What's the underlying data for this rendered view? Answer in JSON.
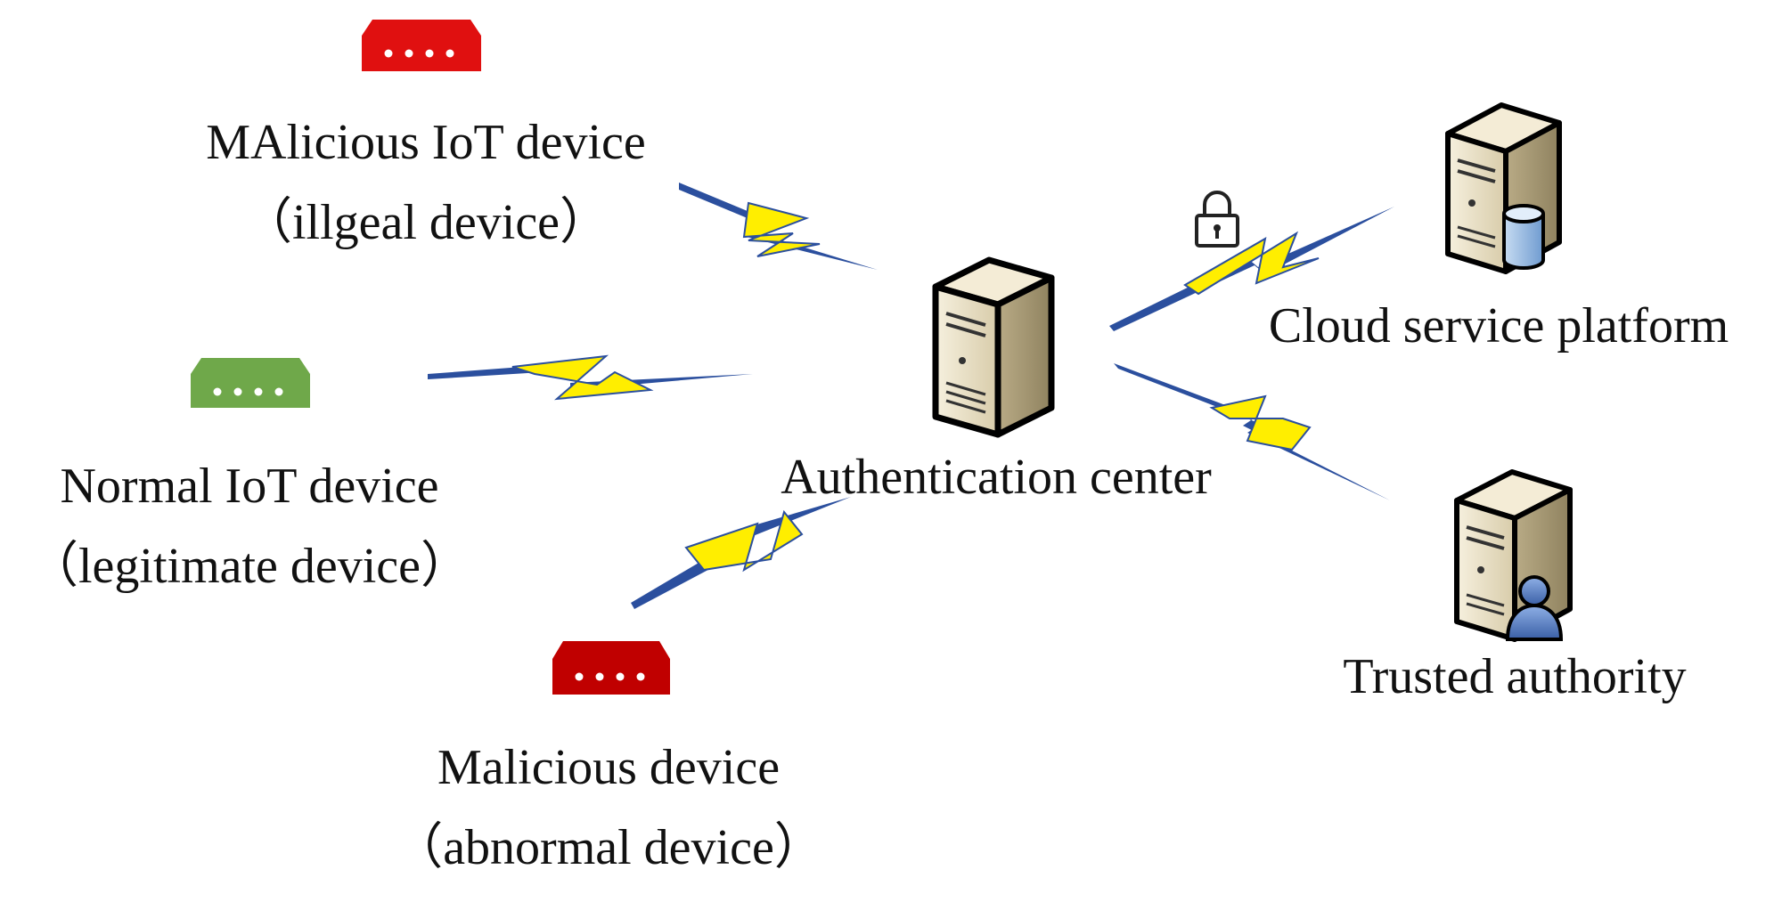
{
  "nodes": {
    "malicious_iot": {
      "line1": "MAlicious IoT  device",
      "line2": "（illgeal device）"
    },
    "normal_iot": {
      "line1": "Normal IoT  device",
      "line2": "（legitimate device）"
    },
    "malicious_device": {
      "line1": "Malicious  device",
      "line2": "（abnormal device）"
    },
    "auth_center": {
      "label": "Authentication center"
    },
    "cloud": {
      "label": "Cloud service platform"
    },
    "trusted": {
      "label": "Trusted authority"
    }
  },
  "colors": {
    "malicious_router": "#e01010",
    "normal_router": "#6fa84a",
    "abnormal_router": "#c00000",
    "link_blue": "#2b4f9e",
    "link_yellow": "#ffee00",
    "server_body": "#e9dfc4"
  },
  "icons": [
    "router-icon",
    "server-icon",
    "database-icon",
    "user-icon",
    "lock-icon",
    "lightning-link-icon"
  ]
}
